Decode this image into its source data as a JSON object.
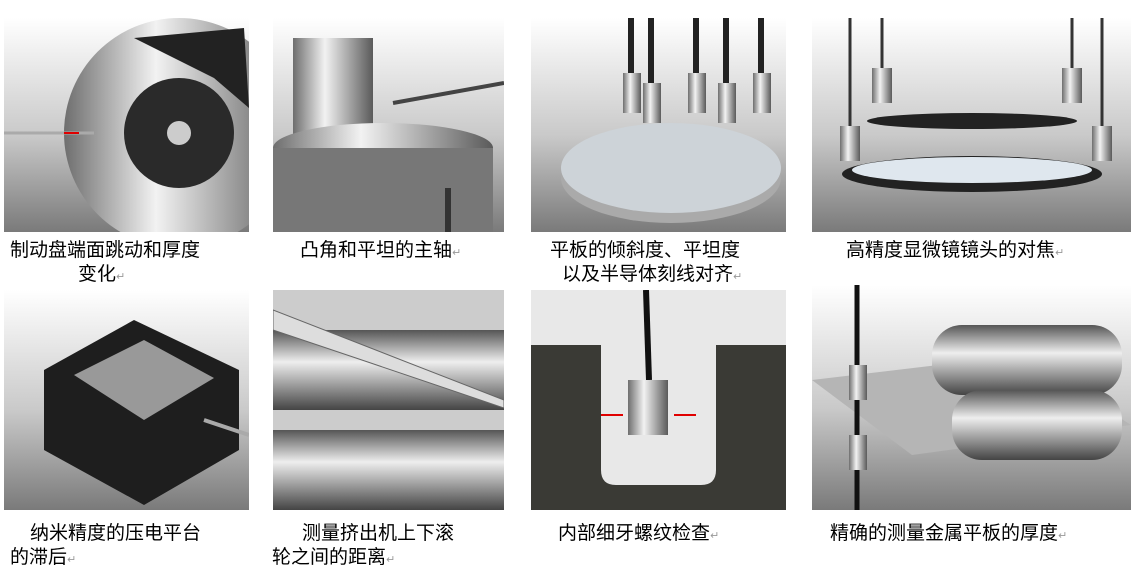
{
  "items": [
    {
      "caption_lines": [
        "制动盘端面跳动和厚度",
        "变化"
      ],
      "image": "brake-disc"
    },
    {
      "caption_lines": [
        "凸角和平坦的主轴"
      ],
      "image": "spindle"
    },
    {
      "caption_lines": [
        "平板的倾斜度、平坦度",
        "以及半导体刻线对齐"
      ],
      "image": "wafer"
    },
    {
      "caption_lines": [
        "高精度显微镜镜头的对焦"
      ],
      "image": "lens-focus"
    },
    {
      "caption_lines": [
        "纳米精度的压电平台",
        "的滞后"
      ],
      "image": "piezo-stage"
    },
    {
      "caption_lines": [
        "测量挤出机上下滚",
        "轮之间的距离"
      ],
      "image": "extruder-rollers"
    },
    {
      "caption_lines": [
        "内部细牙螺纹检查"
      ],
      "image": "internal-thread"
    },
    {
      "caption_lines": [
        "精确的测量金属平板的厚度"
      ],
      "image": "metal-sheet"
    }
  ],
  "paragraph_mark": "↵",
  "colors": {
    "arrow": "#e00000"
  }
}
